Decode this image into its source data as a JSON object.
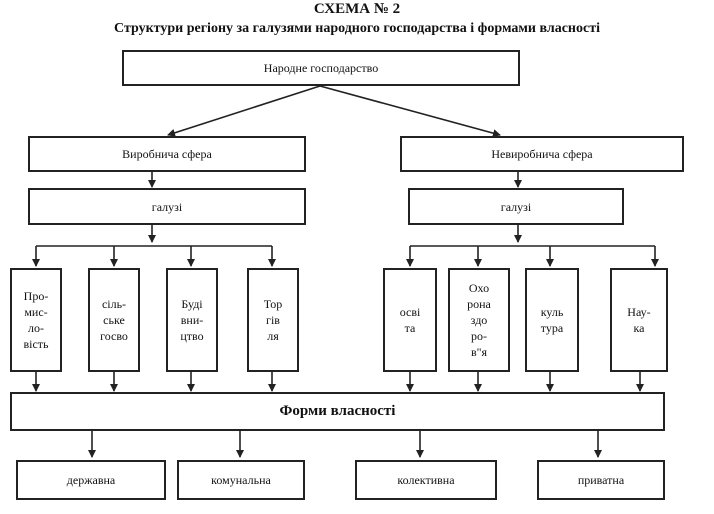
{
  "title": "СХЕМА № 2",
  "subtitle": "Структури регіону за галузями  народного господарства  і формами власності",
  "root": "Народне  господарство",
  "spheres": [
    {
      "label": "Виробнича  сфера",
      "branch": "галузі"
    },
    {
      "label": "Невиробнича  сфера",
      "branch": "галузі"
    }
  ],
  "industries": [
    "Про-\nмис-\nло-\nвість",
    "сіль-\nське\nгосво",
    "Буді\nвни-\nцтво",
    "Тор\nгів\nля",
    "осві\nта",
    "Охо\nрона\nздо\nро-\nв\"я",
    "куль\nтура",
    "Нау-\nка"
  ],
  "ownership_title": "Форми  власності",
  "ownership_forms": [
    "державна",
    "комунальна",
    "колективна",
    "приватна"
  ]
}
